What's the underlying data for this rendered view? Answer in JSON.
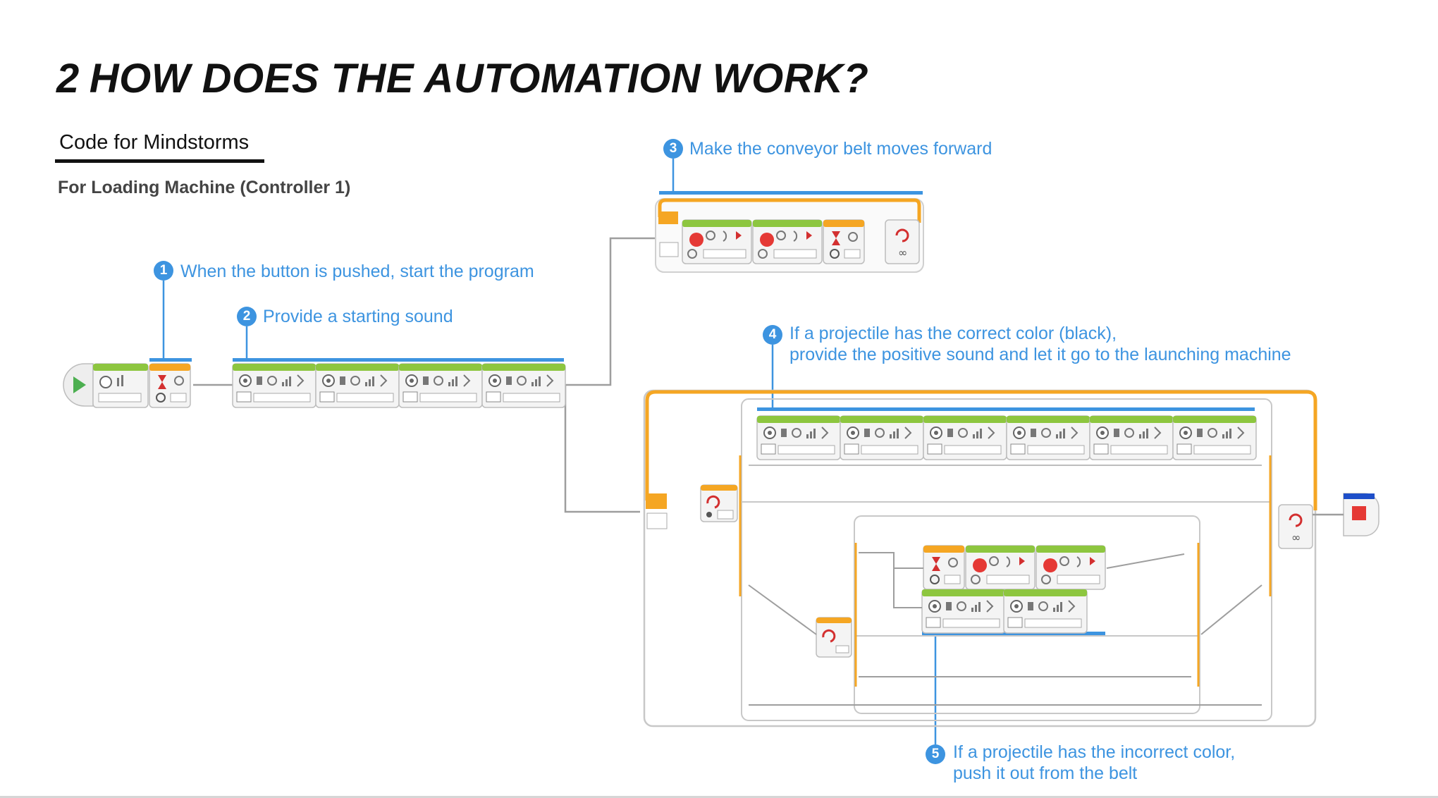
{
  "page": {
    "section_number": "2",
    "title": "HOW DOES THE AUTOMATION WORK?",
    "subtitle": "Code for Mindstorms",
    "section_label": "For Loading Machine (Controller 1)"
  },
  "annotations": [
    {
      "number": "1",
      "text": "When the button is pushed, start the program"
    },
    {
      "number": "2",
      "text": "Provide a starting sound"
    },
    {
      "number": "3",
      "text": "Make the conveyor belt moves forward"
    },
    {
      "number": "4",
      "lines": [
        "If a projectile has the correct color (black),",
        "provide the positive sound and let it go to the launching machine"
      ]
    },
    {
      "number": "5",
      "lines": [
        "If a projectile has the incorrect color,",
        "push it out from the belt"
      ]
    }
  ],
  "colors": {
    "accent": "#3d94e0",
    "block_green": "#8dc63f",
    "block_orange": "#f5a623",
    "loop_orange": "#f5a623",
    "stop_red": "#e53935",
    "start_green": "#4caf50"
  },
  "icons": [
    "start-icon",
    "wait-icon",
    "sound-icon",
    "motor-icon",
    "loop-icon",
    "switch-icon",
    "stop-icon"
  ]
}
